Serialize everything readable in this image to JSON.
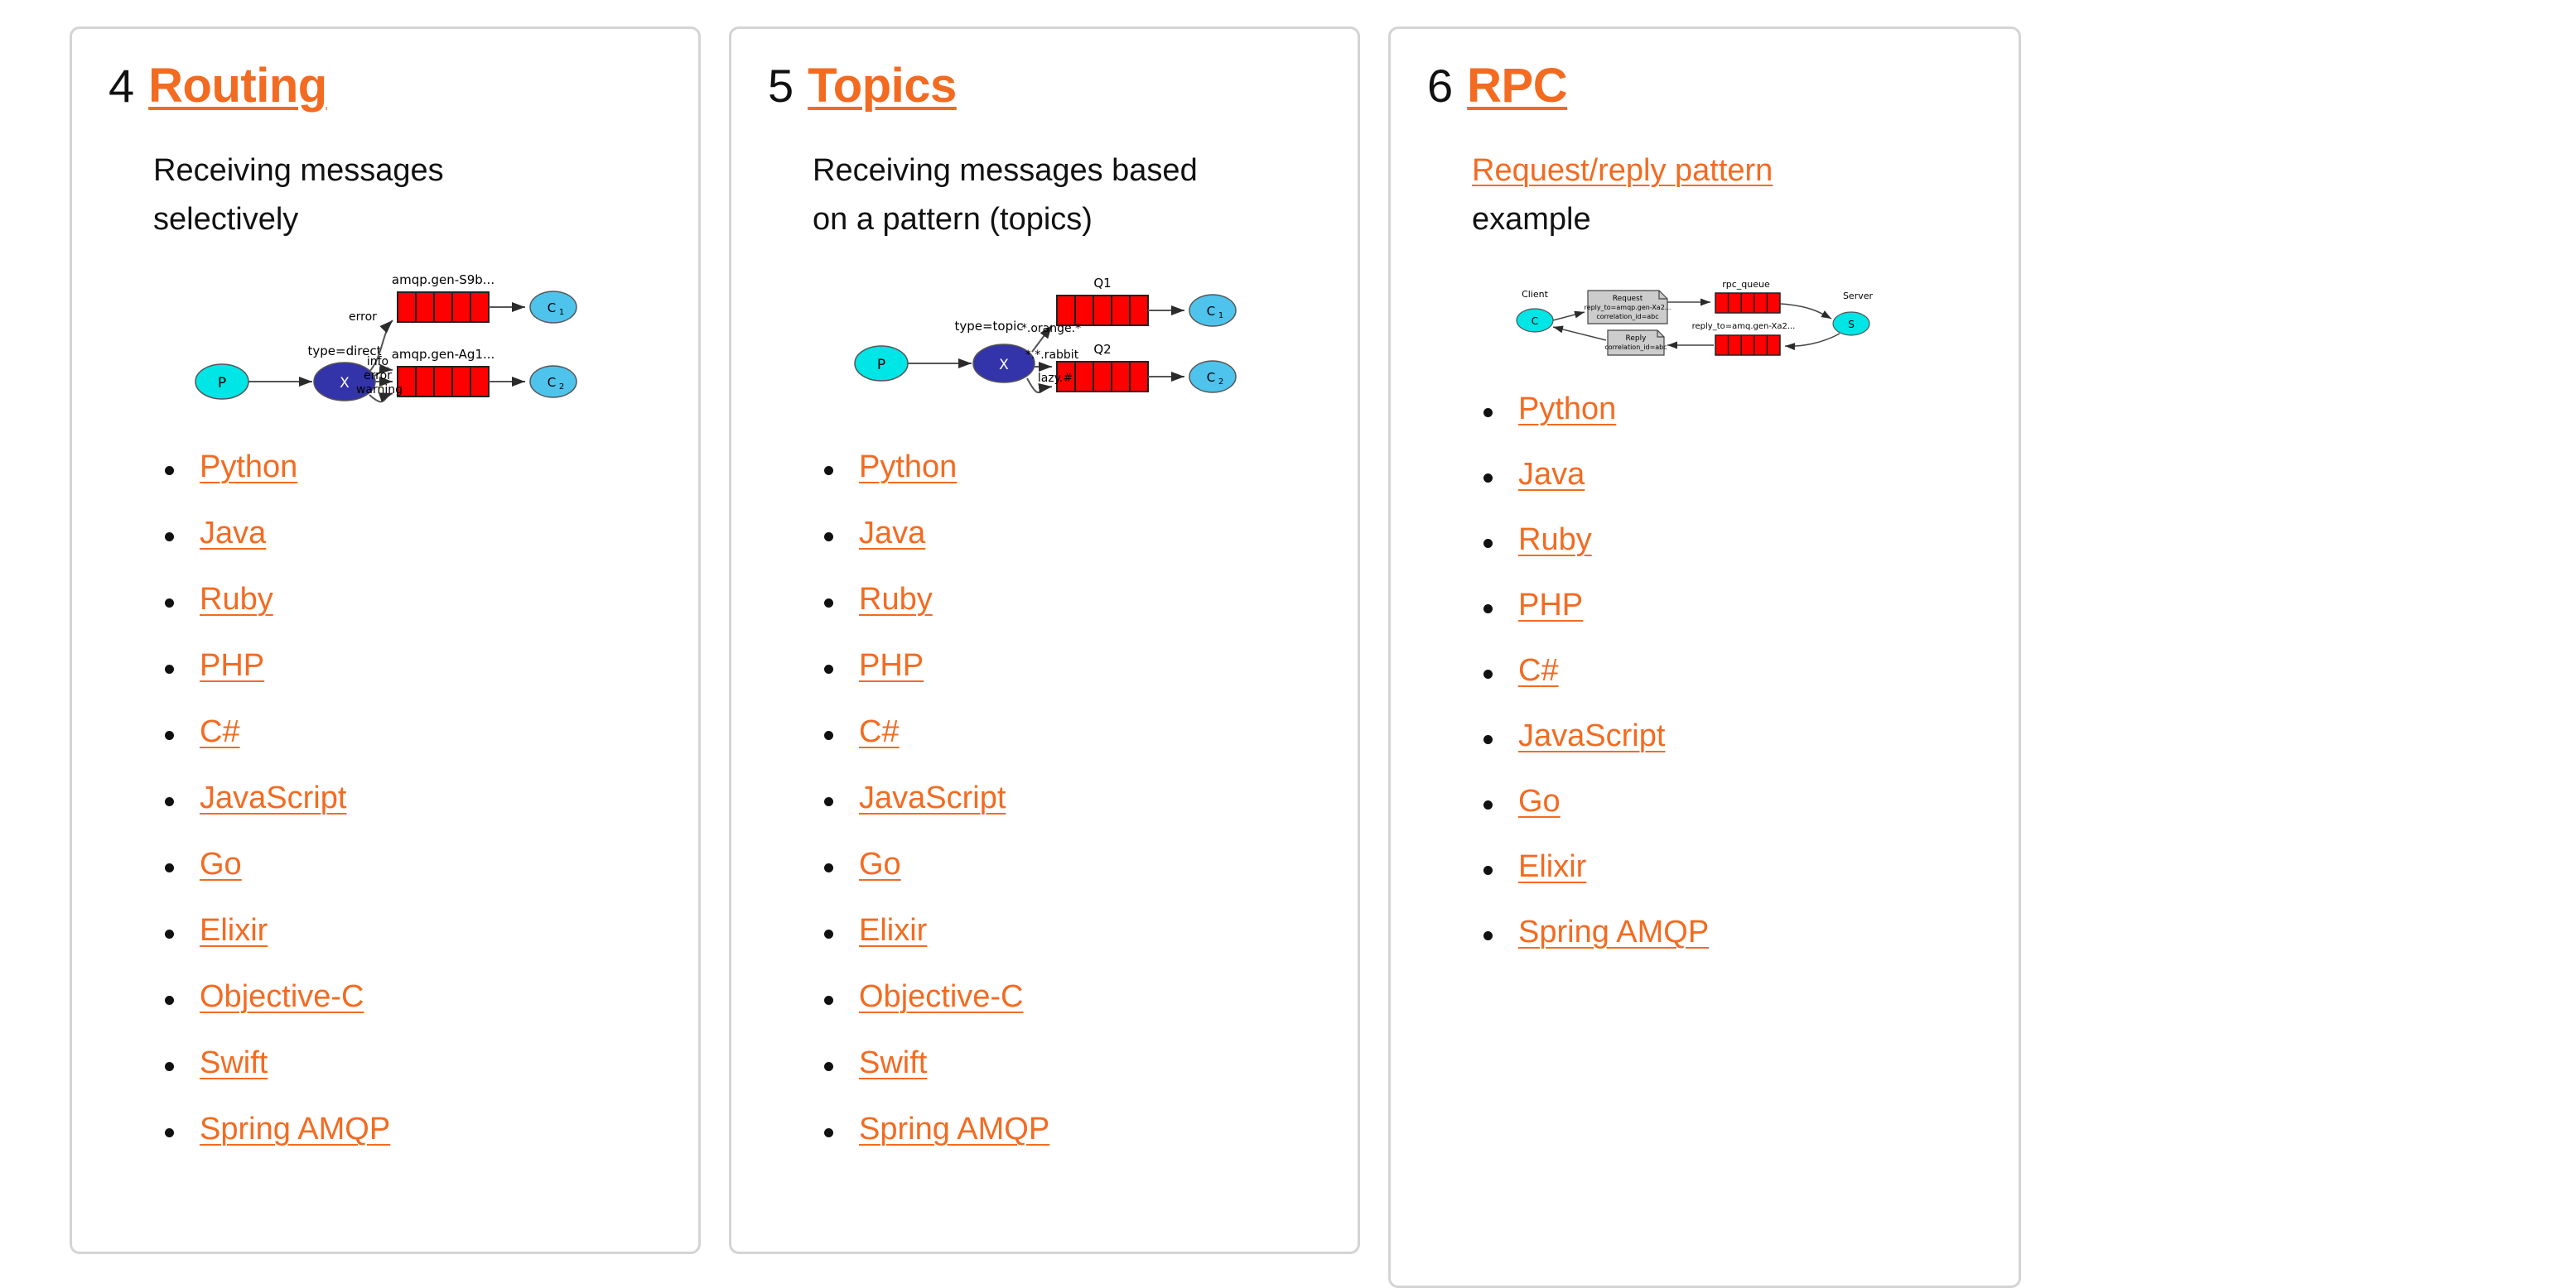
{
  "cards": [
    {
      "number": "4",
      "title": "Routing",
      "subtitle_lines": [
        "Receiving messages",
        "selectively"
      ],
      "subtitle_link": null,
      "diagram": {
        "name": "direct-exchange-routing-diagram",
        "producer": "P",
        "exchange": "X",
        "exchange_type_label": "type=direct",
        "queues": [
          {
            "label": "amqp.gen-S9b...",
            "consumer": "C",
            "consumer_sub": "1"
          },
          {
            "label": "amqp.gen-Ag1...",
            "consumer": "C",
            "consumer_sub": "2"
          }
        ],
        "binding_keys": [
          "error",
          "info",
          "error",
          "warning"
        ]
      },
      "languages": [
        "Python",
        "Java",
        "Ruby",
        "PHP",
        "C#",
        "JavaScript",
        "Go",
        "Elixir",
        "Objective-C",
        "Swift",
        "Spring AMQP"
      ]
    },
    {
      "number": "5",
      "title": "Topics",
      "subtitle_lines": [
        "Receiving messages based",
        "on a pattern (topics)"
      ],
      "subtitle_link": null,
      "diagram": {
        "name": "topic-exchange-diagram",
        "producer": "P",
        "exchange": "X",
        "exchange_type_label": "type=topic",
        "queues": [
          {
            "label": "Q1",
            "consumer": "C",
            "consumer_sub": "1"
          },
          {
            "label": "Q2",
            "consumer": "C",
            "consumer_sub": "2"
          }
        ],
        "binding_keys": [
          "*.orange.*",
          "*.*.rabbit",
          "lazy.#"
        ]
      },
      "languages": [
        "Python",
        "Java",
        "Ruby",
        "PHP",
        "C#",
        "JavaScript",
        "Go",
        "Elixir",
        "Objective-C",
        "Swift",
        "Spring AMQP"
      ]
    },
    {
      "number": "6",
      "title": "RPC",
      "subtitle_lines": [
        "Request/reply pattern",
        "example"
      ],
      "subtitle_link": "Request/reply pattern",
      "diagram": {
        "name": "rpc-request-reply-diagram",
        "client_label": "Client",
        "client_node": "C",
        "server_label": "Server",
        "server_node": "S",
        "request_box": [
          "Request",
          "reply_to=amqp.gen-Xa2...",
          "correlation_id=abc"
        ],
        "reply_box": [
          "Reply",
          "correlation_id=abc"
        ],
        "request_queue_label": "rpc_queue",
        "reply_queue_label": "reply_to=amq.gen-Xa2..."
      },
      "languages": [
        "Python",
        "Java",
        "Ruby",
        "PHP",
        "C#",
        "JavaScript",
        "Go",
        "Elixir",
        "Spring AMQP"
      ]
    }
  ],
  "colors": {
    "link_orange": "#f36b21",
    "text_black": "#111111",
    "card_border": "#d4d4d4",
    "queue_red": "#ff0000",
    "consumer_cyan": "#4ec3ec",
    "producer_cyan": "#00e5e5",
    "exchange_blue": "#3333aa",
    "box_gray": "#cccccc"
  }
}
